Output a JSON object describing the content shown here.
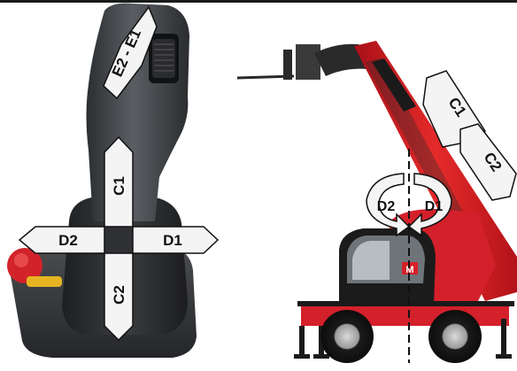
{
  "diagram": {
    "joystick": {
      "up": "C1",
      "down": "C2",
      "left": "D2",
      "right": "D1",
      "roller": "E2 - E1"
    },
    "machine": {
      "telescope_in": "C1",
      "telescope_out": "C2",
      "rotate_left": "D2",
      "rotate_right": "D1",
      "logo": "M"
    }
  }
}
